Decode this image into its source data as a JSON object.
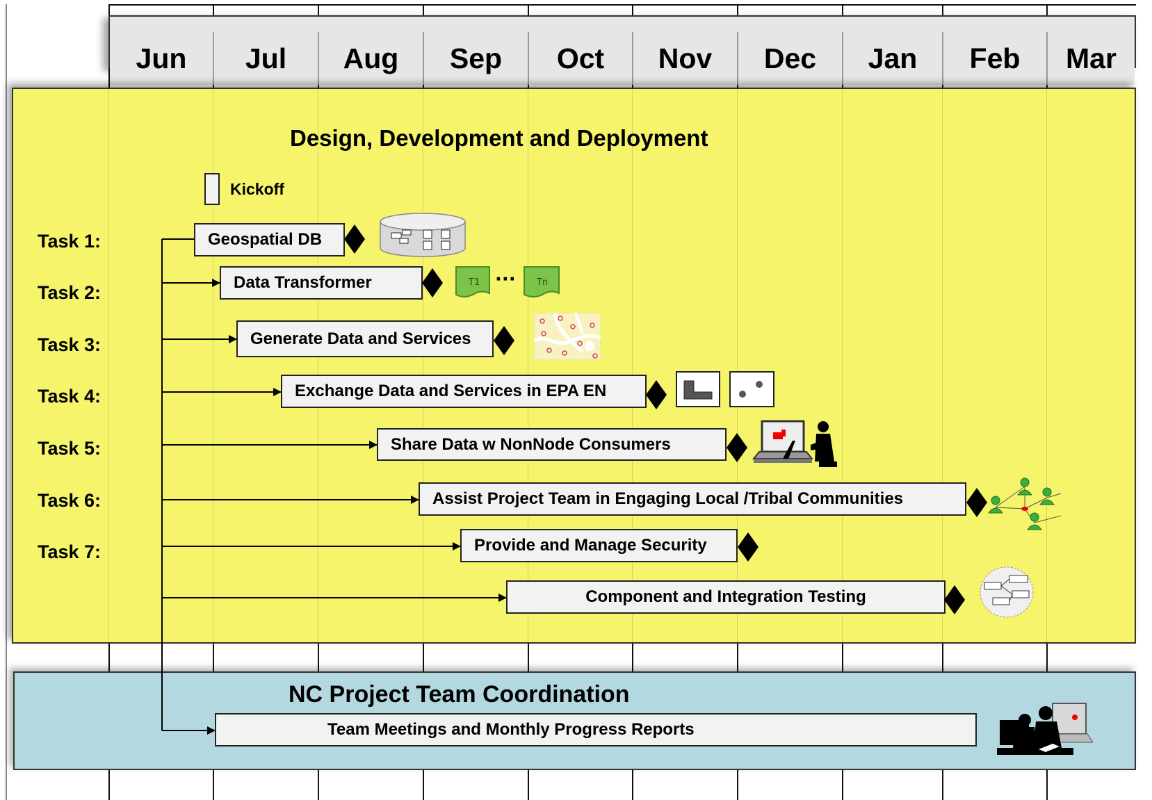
{
  "months": [
    "Jun",
    "Jul",
    "Aug",
    "Sep",
    "Oct",
    "Nov",
    "Dec",
    "Jan",
    "Feb",
    "Mar"
  ],
  "dev_section": {
    "title": "Design, Development and Deployment",
    "kickoff_label": "Kickoff",
    "task_labels": [
      "Task 1:",
      "Task 2:",
      "Task 3:",
      "Task 4:",
      "Task 5:",
      "Task 6:",
      "Task 7:"
    ],
    "bars": [
      "Geospatial DB",
      "Data Transformer",
      "Generate Data and Services",
      "Exchange Data and Services in EPA EN",
      "Share Data w NonNode Consumers",
      "Assist Project Team in Engaging Local /Tribal Communities",
      "Provide and Manage Security",
      "Component and Integration Testing"
    ],
    "transformer_icons": {
      "first": "T1",
      "last": "Tn",
      "ellipsis": "···"
    }
  },
  "coord_section": {
    "title": "NC Project Team Coordination",
    "bar": "Team Meetings and Monthly Progress Reports"
  },
  "colors": {
    "dev_band": "#f5f46a",
    "coord_band": "#b3d8df",
    "bar_fill": "#f2f2f2",
    "header_fill": "#e6e6e6",
    "milestone": "#000000"
  },
  "icons": [
    "database-icon",
    "transformer-icon",
    "map-icon",
    "node-icon",
    "user-at-computer-icon",
    "community-network-icon",
    "integration-icon",
    "team-meeting-icon"
  ]
}
